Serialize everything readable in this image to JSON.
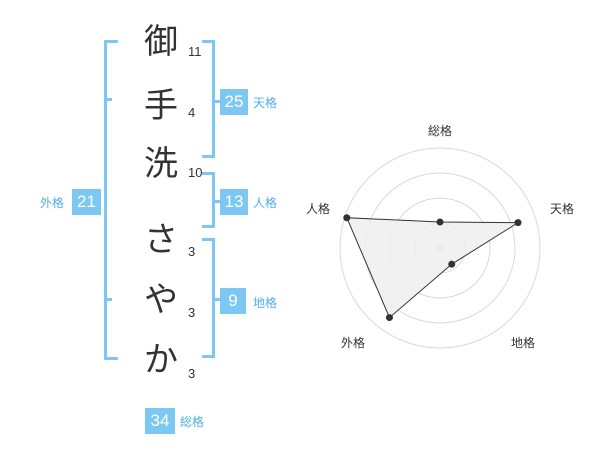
{
  "name": {
    "characters": [
      {
        "char": "御",
        "strokes": "11"
      },
      {
        "char": "手",
        "strokes": "4"
      },
      {
        "char": "洗",
        "strokes": "10"
      },
      {
        "char": "さ",
        "strokes": "3"
      },
      {
        "char": "や",
        "strokes": "3"
      },
      {
        "char": "か",
        "strokes": "3"
      }
    ]
  },
  "kakusu": {
    "tenkaku": {
      "value": "25",
      "label": "天格"
    },
    "jinkaku": {
      "value": "13",
      "label": "人格"
    },
    "chikaku": {
      "value": "9",
      "label": "地格"
    },
    "gaikaku": {
      "value": "21",
      "label": "外格"
    },
    "soukaku": {
      "value": "34",
      "label": "総格"
    }
  },
  "radar": {
    "axes": [
      "総格",
      "天格",
      "地格",
      "外格",
      "人格"
    ],
    "values": [
      0.26,
      0.82,
      0.2,
      0.86,
      0.98
    ],
    "rings": 4
  },
  "colors": {
    "accent": "#7cc8f2",
    "text": "#333333",
    "grid": "#d9d9d9",
    "fill": "#efefef"
  }
}
